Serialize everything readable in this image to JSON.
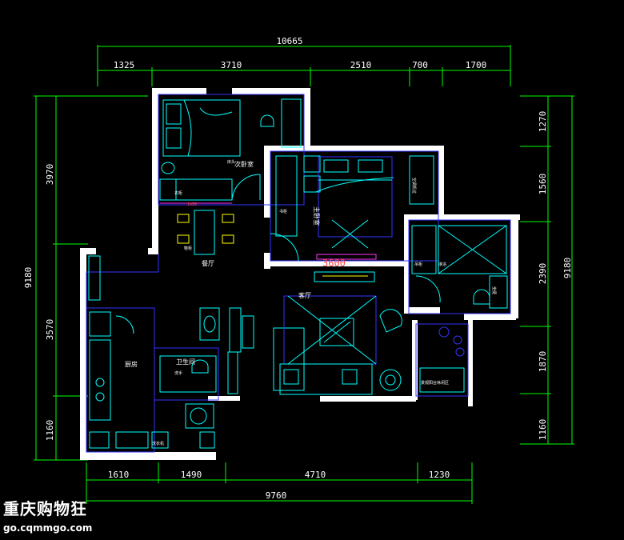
{
  "dimensions": {
    "top_total": "10665",
    "top_segments": [
      "1325",
      "3710",
      "2510",
      "700",
      "1700"
    ],
    "left_total": "9180",
    "left_segments": [
      "3970",
      "3570",
      "1160"
    ],
    "right_total": "9180",
    "right_segments": [
      "1270",
      "1560",
      "2390",
      "1870",
      "1160"
    ],
    "bottom_segments": [
      "1610",
      "1490",
      "4710",
      "1230"
    ],
    "bottom_total": "9760",
    "inner_dim": "3600",
    "small_red_dim": "1450"
  },
  "rooms": {
    "secondary_bedroom": "次卧室",
    "master_bedroom": "主卧室",
    "dining": "餐厅",
    "living": "客厅",
    "kitchen": "厨房",
    "bathroom": "卫生间"
  },
  "annotations": {
    "wardrobe": "衣柜",
    "bedhead": "床头",
    "book": "书柜",
    "sink": "洗手",
    "shoe": "鞋柜",
    "bath": "淋浴",
    "balcony_ac": "空调机位",
    "laundry": "洗衣机",
    "cabinet": "吊柜",
    "toilet": "坐便",
    "balcony_plants": "景观阳台休闲区"
  },
  "watermark": {
    "title": "重庆购物狂",
    "url": "go.cqmmgo.com"
  }
}
